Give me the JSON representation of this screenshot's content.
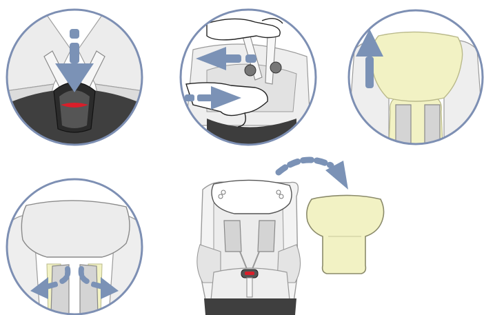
{
  "colors": {
    "ring": "#7d8fb3",
    "arrow": "#7b92b6",
    "insert_fill": "#f2f2c4",
    "insert_stroke": "#b9b98a",
    "seat_fill": "#eeeeee",
    "seat_stroke": "#9a9a9a",
    "shell_dark": "#4a4a4a",
    "buckle_red": "#d91e2a",
    "outline": "#333333"
  },
  "steps": [
    {
      "id": "step-1",
      "icon": "press-buckle-release-illustration"
    },
    {
      "id": "step-2",
      "icon": "pull-harness-straps-illustration"
    },
    {
      "id": "step-3",
      "icon": "lift-headrest-insert-illustration"
    },
    {
      "id": "step-4",
      "icon": "spread-shoulder-straps-illustration"
    },
    {
      "id": "step-5",
      "icon": "remove-insert-from-seat-illustration"
    }
  ]
}
